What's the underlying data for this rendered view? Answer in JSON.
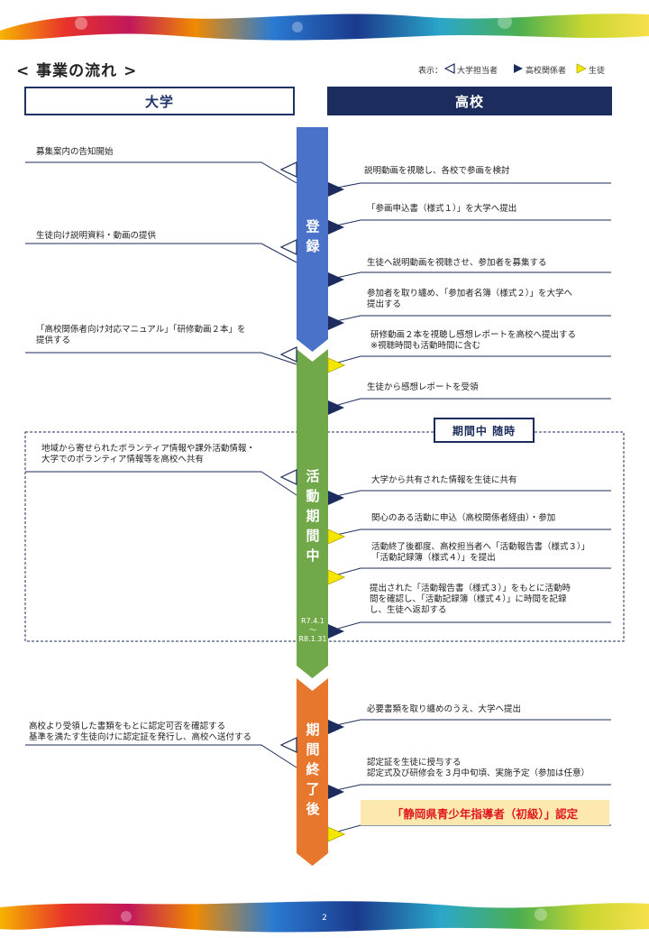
{
  "title": "< 事業の流れ >",
  "legend": {
    "prefix": "表示：",
    "items": [
      {
        "label": "大学担当者",
        "icon": "outline-triangle-icon"
      },
      {
        "label": "高校関係者",
        "icon": "navy-triangle-icon"
      },
      {
        "label": "生徒",
        "icon": "yellow-triangle-icon"
      }
    ]
  },
  "headers": {
    "university": "大学",
    "highschool": "高校"
  },
  "phases": {
    "registration": [
      "登",
      "録"
    ],
    "activity": [
      "活",
      "動",
      "期",
      "間",
      "中"
    ],
    "activity_period": [
      "R7.4.1",
      "～",
      "R8.1.31"
    ],
    "after": [
      "期",
      "間",
      "終",
      "了",
      "後"
    ]
  },
  "during_label": "期間中 随時",
  "university_steps": [
    [
      "募集案内の告知開始"
    ],
    [
      "生徒向け説明資料・動画の提供"
    ],
    [
      "「高校関係者向け対応マニュアル」「研修動画２本」を",
      "提供する"
    ],
    [
      "地域から寄せられたボランティア情報や課外活動情報・",
      "大学でのボランティア情報等を高校へ共有"
    ],
    [
      "高校より受領した書類をもとに認定可否を確認する",
      "基準を満たす生徒向けに認定証を発行し、高校へ送付する"
    ]
  ],
  "highschool_steps": [
    [
      "説明動画を視聴し、各校で参画を検討"
    ],
    [
      "「参画申込書（様式１）」を大学へ提出"
    ],
    [
      "生徒へ説明動画を視聴させ、参加者を募集する"
    ],
    [
      "参加者を取り纏め、「参加者名簿（様式２）」を大学へ",
      "提出する"
    ],
    [
      "研修動画２本を視聴し感想レポートを高校へ提出する",
      "※視聴時間も活動時間に含む"
    ],
    [
      "生徒から感想レポートを受領"
    ],
    [
      "大学から共有された情報を生徒に共有"
    ],
    [
      "関心のある活動に申込（高校関係者経由）・参加"
    ],
    [
      "活動終了後都度、高校担当者へ「活動報告書（様式３）」",
      "「活動記録簿（様式４）」を提出"
    ],
    [
      "提出された「活動報告書（様式３）」をもとに活動時",
      "間を確認し、「活動記録簿（様式４）」に時間を記録",
      "し、生徒へ返却する"
    ],
    [
      "必要書類を取り纏めのうえ、大学へ提出"
    ],
    [
      "認定証を生徒に授与する",
      "認定式及び研修会を３月中旬頃、実施予定（参加は任意）"
    ]
  ],
  "certification": "「静岡県青少年指導者（初級）」認定",
  "page_number": "2",
  "colors": {
    "navy": "#1c2c5c",
    "registration_blue": "#4a72c8",
    "activity_green": "#71a94a",
    "after_orange": "#e8772e",
    "student_yellow": "#f3e600",
    "cert_bg": "#fde9b0",
    "cert_text": "#e0191f"
  }
}
